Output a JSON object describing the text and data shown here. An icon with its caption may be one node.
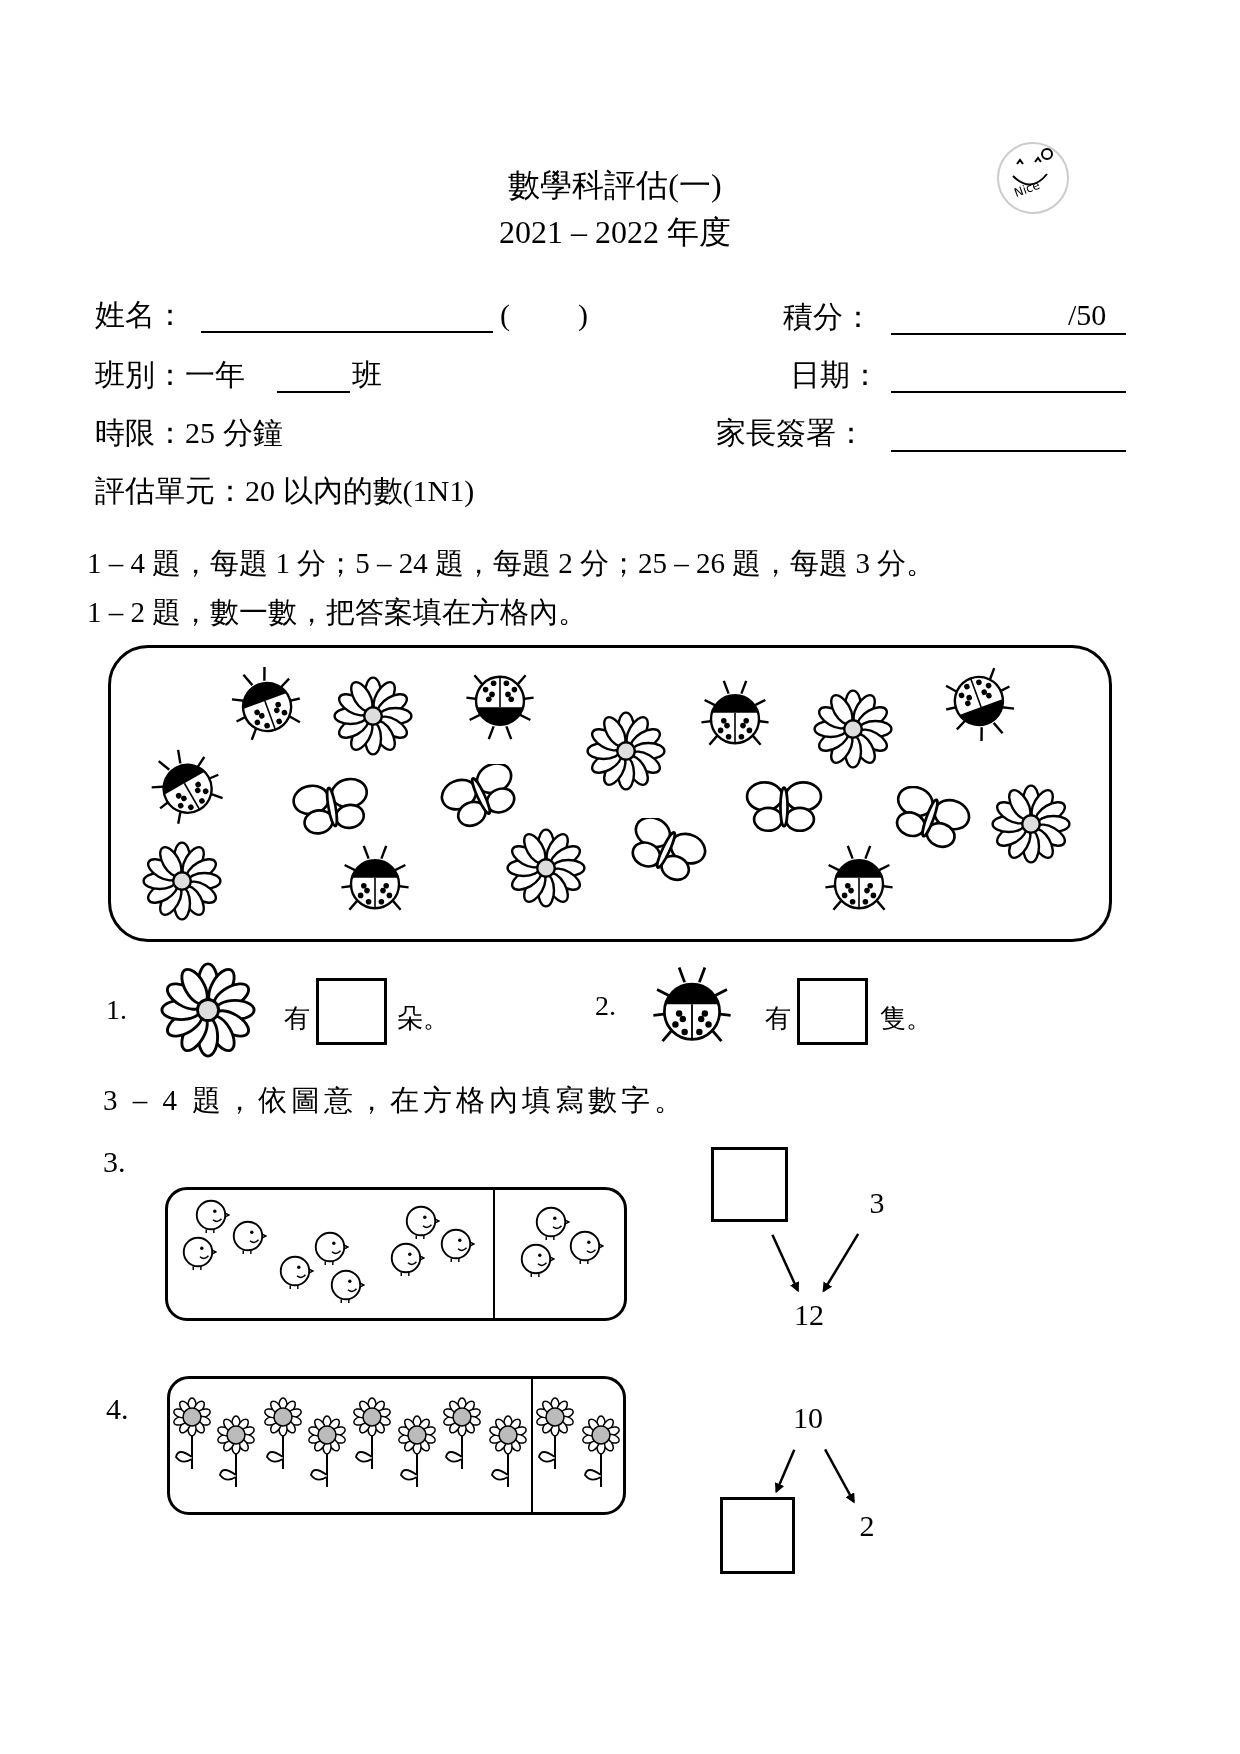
{
  "diagram": {
    "title": "數學科評估(一)",
    "nodes": [
      {
        "text": [],
        "shape": "box"
      },
      {
        "text": [],
        "shape": "box"
      },
      {
        "text": [],
        "shape": "box"
      },
      {
        "text": [
          "3"
        ]
      },
      {
        "text": [
          "12"
        ]
      },
      {
        "text": [
          "10"
        ]
      },
      {
        "text": [],
        "shape": "box"
      },
      {
        "text": [
          "2"
        ]
      }
    ],
    "edges": [
      {
        "from": 2,
        "to": 4,
        "arrow": "to"
      },
      {
        "from": 3,
        "to": 4,
        "arrow": "to"
      },
      {
        "from": 5,
        "to": 6,
        "arrow": "to"
      },
      {
        "from": 5,
        "to": 7,
        "arrow": "to"
      }
    ],
    "labels": [
      "2021 – 2022 年度",
      "Nice",
      "姓名：",
      "(",
      ")",
      "積分：",
      "/50",
      "班別：一年",
      "班",
      "日期：",
      "時限：25 分鐘",
      "家長簽署：",
      "評估單元：20 以內的數(1N1)",
      "1 – 4 題，每題 1 分；5 – 24 題，每題 2 分；25 – 26 題，每題 3 分。",
      "1 – 2 題，數一數，把答案填在方格內。",
      "1.",
      "有",
      "朵。",
      "2.",
      "有",
      "隻。",
      "3 – 4 題，依圖意，在方格內填寫數字。",
      "3.",
      "4."
    ]
  }
}
